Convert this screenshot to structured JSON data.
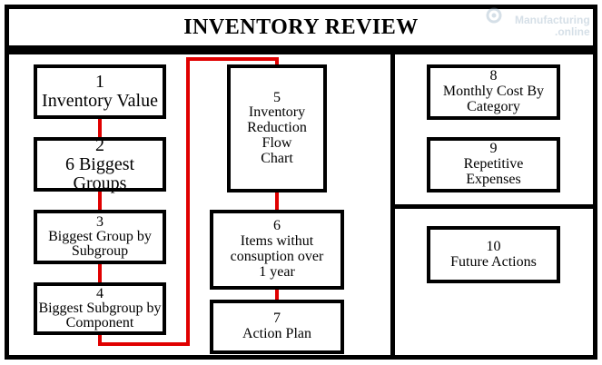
{
  "header": {
    "title": "INVENTORY REVIEW"
  },
  "watermark": {
    "line1": "Manufacturing",
    "line2": ".online"
  },
  "steps": [
    {
      "number": "1",
      "lines": [
        "Inventory Value"
      ]
    },
    {
      "number": "2",
      "lines": [
        "6 Biggest Groups"
      ]
    },
    {
      "number": "3",
      "lines": [
        "Biggest Group by",
        "Subgroup"
      ]
    },
    {
      "number": "4",
      "lines": [
        "Biggest Subgroup by",
        "Component"
      ]
    },
    {
      "number": "5",
      "lines": [
        "Inventory",
        "Reduction",
        "Flow",
        "Chart"
      ]
    },
    {
      "number": "6",
      "lines": [
        "Items withut",
        "consuption over",
        "1 year"
      ]
    },
    {
      "number": "7",
      "lines": [
        "Action Plan"
      ]
    },
    {
      "number": "8",
      "lines": [
        "Monthly Cost By",
        "Category"
      ]
    },
    {
      "number": "9",
      "lines": [
        "Repetitive",
        "Expenses"
      ]
    },
    {
      "number": "10",
      "lines": [
        "Future Actions"
      ]
    }
  ],
  "colors": {
    "connector": "#e00000",
    "border": "#000000",
    "background": "#ffffff"
  }
}
